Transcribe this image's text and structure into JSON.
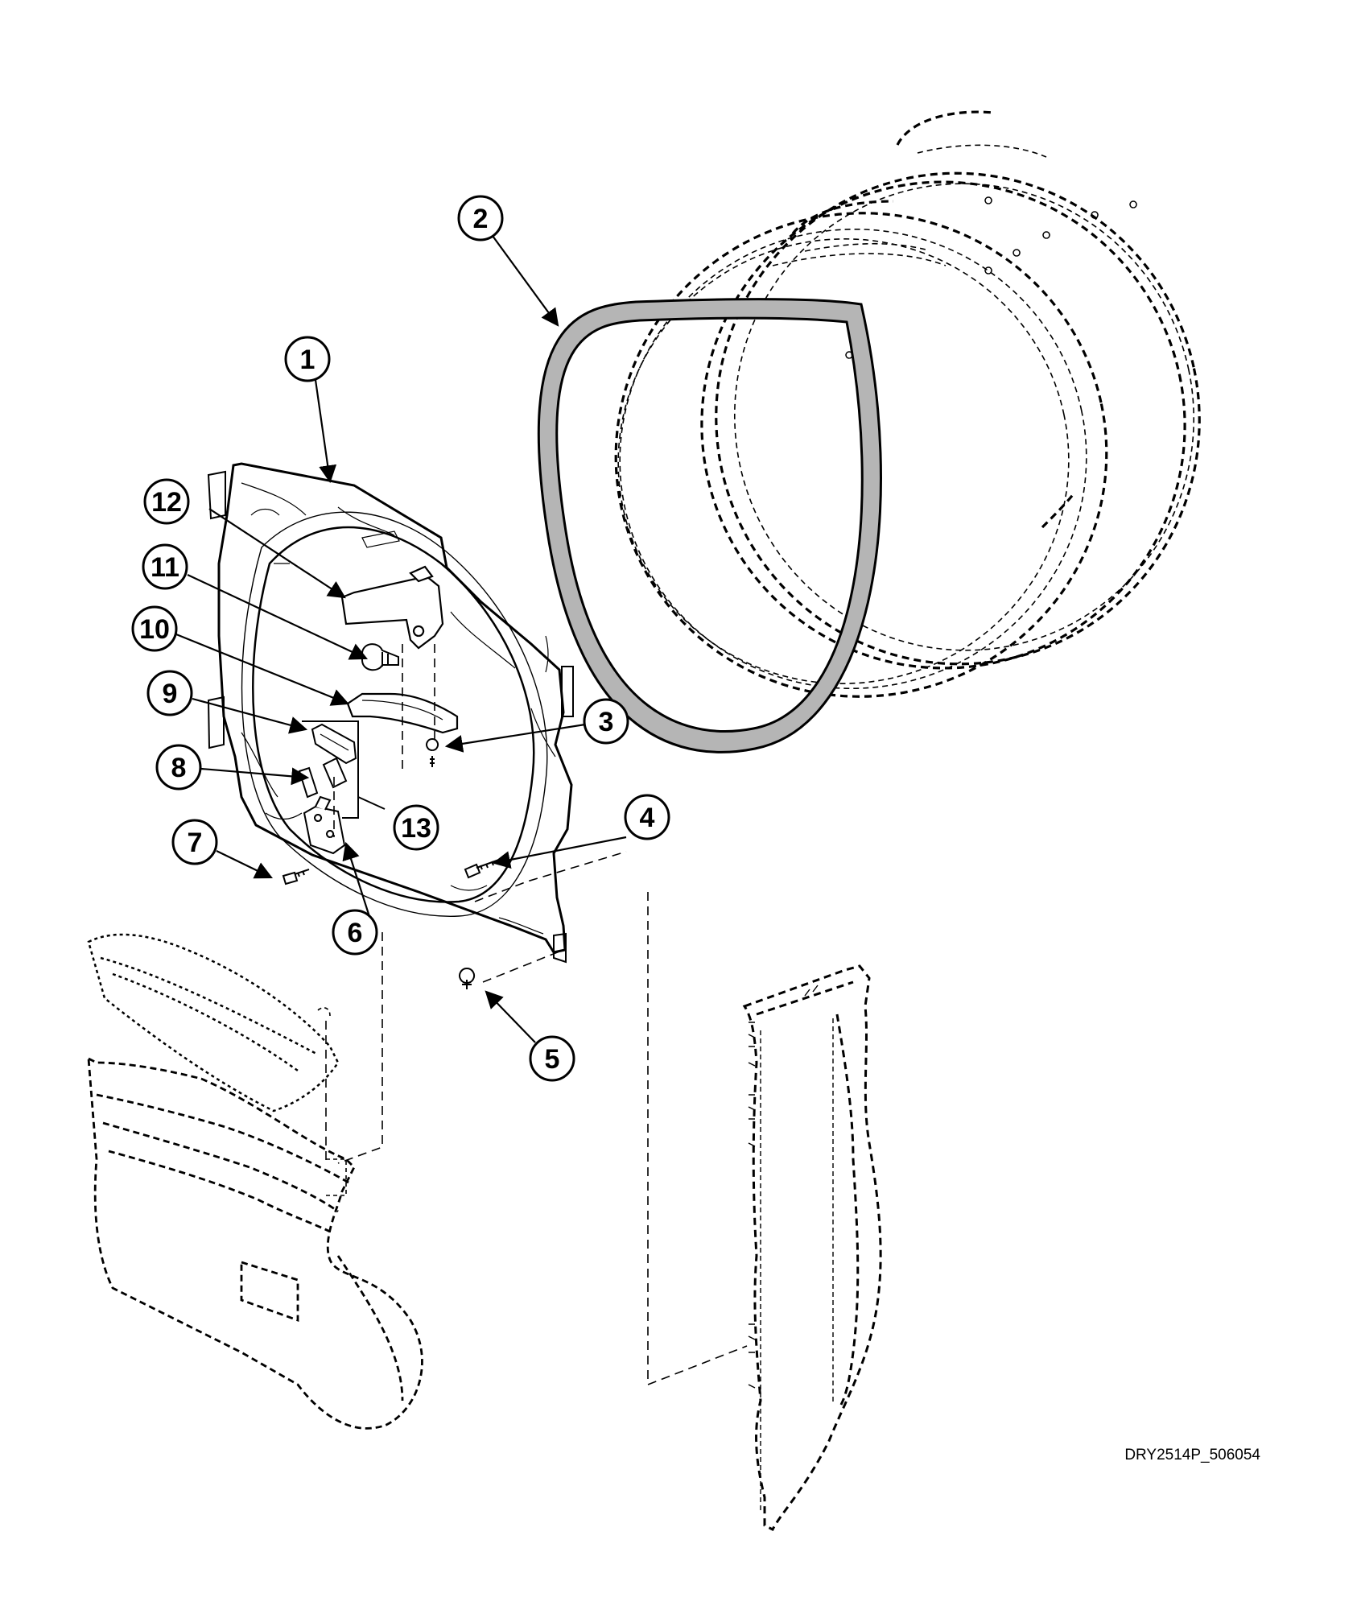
{
  "diagram": {
    "drawing_id": "DRY2514P_506054",
    "callouts": [
      {
        "number": "1"
      },
      {
        "number": "2"
      },
      {
        "number": "3"
      },
      {
        "number": "4"
      },
      {
        "number": "5"
      },
      {
        "number": "6"
      },
      {
        "number": "7"
      },
      {
        "number": "8"
      },
      {
        "number": "9"
      },
      {
        "number": "10"
      },
      {
        "number": "11"
      },
      {
        "number": "12"
      },
      {
        "number": "13"
      }
    ],
    "parts": [
      {
        "name": "front-bulkhead"
      },
      {
        "name": "drum-seal"
      },
      {
        "name": "screw"
      },
      {
        "name": "screw"
      },
      {
        "name": "screw"
      },
      {
        "name": "door-switch"
      },
      {
        "name": "screw"
      },
      {
        "name": "switch-bracket"
      },
      {
        "name": "switch-bracket"
      },
      {
        "name": "lamp-lens"
      },
      {
        "name": "lamp-bulb"
      },
      {
        "name": "lamp-housing"
      },
      {
        "name": "switch-bracket"
      }
    ],
    "colors": {
      "ink": "#000000",
      "seal_fill": "#b5b5b5",
      "background": "#ffffff"
    }
  }
}
